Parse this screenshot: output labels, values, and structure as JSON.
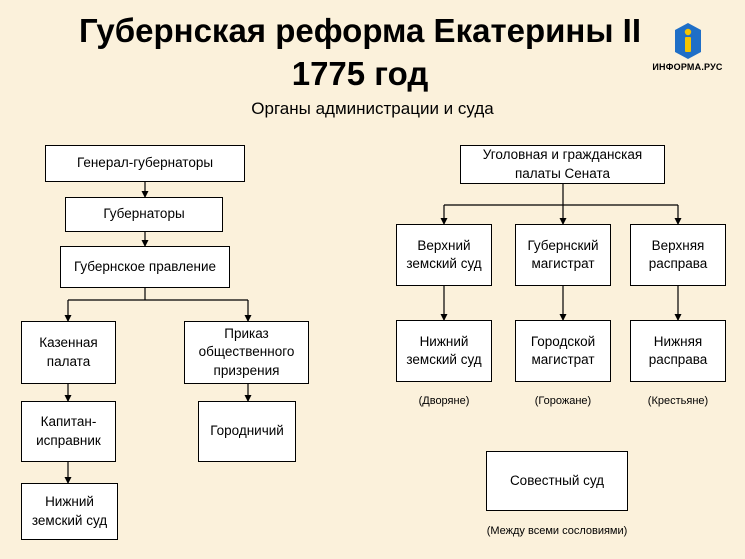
{
  "header": {
    "title_line1": "Губернская реформа Екатерины II",
    "title_line2": "1775  год",
    "subtitle": "Органы администрации и суда",
    "logo_text": "ИНФОРМА.РУС",
    "logo_icon": "info-icon",
    "accent_color": "#1f6fc7"
  },
  "admin": {
    "general_governors": "Генерал-губернаторы",
    "governors": "Губернаторы",
    "provincial_board": "Губернское правление",
    "treasury_chamber": "Казенная\nпалата",
    "public_charity": "Приказ\nобщественного\nпризрения",
    "captain_ispravnik": "Капитан-\nисправник",
    "lower_zemsky_court": "Нижний\nземский суд",
    "gorodnichy": "Городничий"
  },
  "courts": {
    "senate_chambers": "Уголовная и гражданская\nпалаты Сената",
    "upper_zemsky_court": "Верхний\nземский суд",
    "provincial_magistrate": "Губернский\nмагистрат",
    "upper_rasprava": "Верхняя\nрасправа",
    "lower_zemsky_court": "Нижний\nземский суд",
    "city_magistrate": "Городской\nмагистрат",
    "lower_rasprava": "Нижняя\nрасправа",
    "note_nobles": "(Дворяне)",
    "note_townspeople": "(Горожане)",
    "note_peasants": "(Крестьяне)",
    "conscience_court": "Совестный суд",
    "note_all_estates": "(Между всеми сословиями)"
  }
}
